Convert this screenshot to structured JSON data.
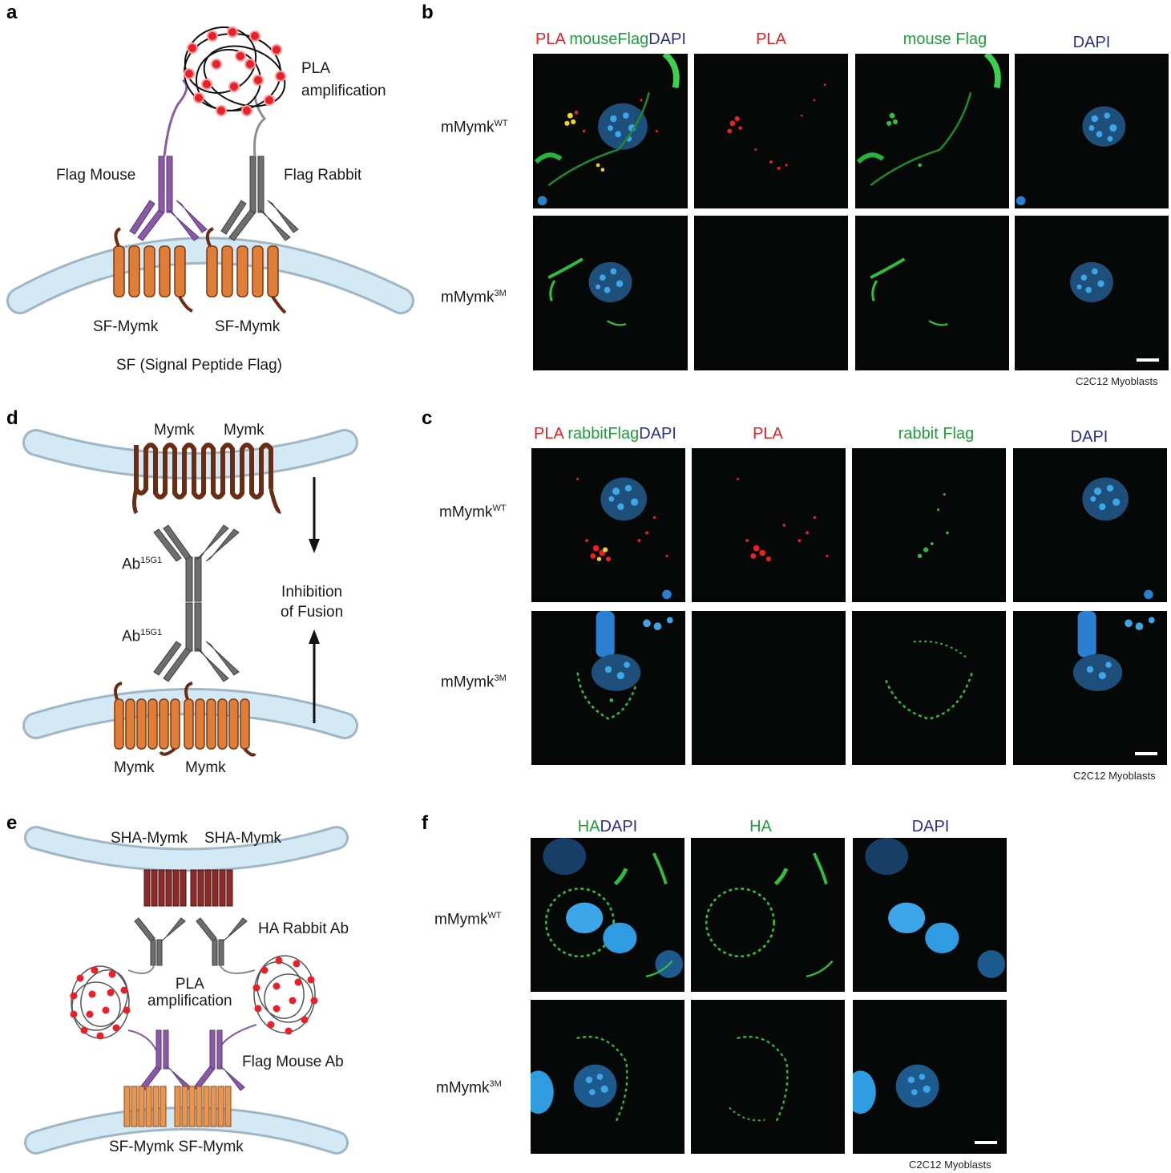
{
  "panel_labels": {
    "a": "a",
    "b": "b",
    "c": "c",
    "d": "d",
    "e": "e",
    "f": "f"
  },
  "colors": {
    "pla": "#e8202a",
    "flag": "#1f9d3a",
    "dapi": "#2b2f8f",
    "membrane": "#cfe6f5",
    "mymk_orange": "#e07d36",
    "mymk_brown": "#6b2c14",
    "mymk_red": "#8e2a2a",
    "antibody_purple": "#8a5aa6",
    "antibody_gray": "#6e6e6e"
  },
  "panel_a": {
    "pla_amplification": "PLA\namplification",
    "flag_mouse": "Flag Mouse",
    "flag_rabbit": "Flag Rabbit",
    "sf_mymk_left": "SF-Mymk",
    "sf_mymk_right": "SF-Mymk",
    "sf_caption": "SF (Signal Peptide Flag)"
  },
  "panel_b": {
    "headers": [
      {
        "parts": [
          {
            "text": "PLA ",
            "color": "#e8202a"
          },
          {
            "text": "mouseFlag",
            "color": "#1f9d3a"
          },
          {
            "text": "DAPI",
            "color": "#2b2f8f"
          }
        ]
      },
      {
        "parts": [
          {
            "text": "PLA",
            "color": "#e8202a"
          }
        ]
      },
      {
        "parts": [
          {
            "text": "mouse Flag",
            "color": "#1f9d3a"
          }
        ]
      },
      {
        "parts": [
          {
            "text": "DAPI",
            "color": "#2b2f8f"
          }
        ]
      }
    ],
    "rows": [
      {
        "base": "mMymk",
        "sup": "WT"
      },
      {
        "base": "mMymk",
        "sup": "3M"
      }
    ],
    "caption": "C2C12 Myoblasts"
  },
  "panel_c": {
    "headers": [
      {
        "parts": [
          {
            "text": "PLA ",
            "color": "#e8202a"
          },
          {
            "text": "rabbitFlag",
            "color": "#1f9d3a"
          },
          {
            "text": "DAPI",
            "color": "#2b2f8f"
          }
        ]
      },
      {
        "parts": [
          {
            "text": "PLA",
            "color": "#e8202a"
          }
        ]
      },
      {
        "parts": [
          {
            "text": "rabbit Flag",
            "color": "#1f9d3a"
          }
        ]
      },
      {
        "parts": [
          {
            "text": "DAPI",
            "color": "#2b2f8f"
          }
        ]
      }
    ],
    "rows": [
      {
        "base": "mMymk",
        "sup": "WT"
      },
      {
        "base": "mMymk",
        "sup": "3M"
      }
    ],
    "caption": "C2C12 Myoblasts"
  },
  "panel_d": {
    "mymk_top_left": "Mymk",
    "mymk_top_right": "Mymk",
    "ab_upper": {
      "base": "Ab",
      "sup": "15G1"
    },
    "ab_lower": {
      "base": "Ab",
      "sup": "15G1"
    },
    "inhibition": "Inhibition\nof Fusion",
    "mymk_bottom_left": "Mymk",
    "mymk_bottom_right": "Mymk"
  },
  "panel_e": {
    "sha_mymk_left": "SHA-Mymk",
    "sha_mymk_right": "SHA-Mymk",
    "ha_rabbit_ab": "HA Rabbit Ab",
    "pla_amplification": "PLA\namplification",
    "flag_mouse_ab": "Flag Mouse Ab",
    "sf_mymk_bottom": "SF-Mymk SF-Mymk"
  },
  "panel_f": {
    "headers": [
      {
        "parts": [
          {
            "text": "HA",
            "color": "#1f9d3a"
          },
          {
            "text": "DAPI",
            "color": "#2b2f8f"
          }
        ]
      },
      {
        "parts": [
          {
            "text": "HA",
            "color": "#1f9d3a"
          }
        ]
      },
      {
        "parts": [
          {
            "text": "DAPI",
            "color": "#2b2f8f"
          }
        ]
      }
    ],
    "rows": [
      {
        "base": "mMymk",
        "sup": "WT"
      },
      {
        "base": "mMymk",
        "sup": "3M"
      }
    ],
    "caption": "C2C12 Myoblasts"
  }
}
